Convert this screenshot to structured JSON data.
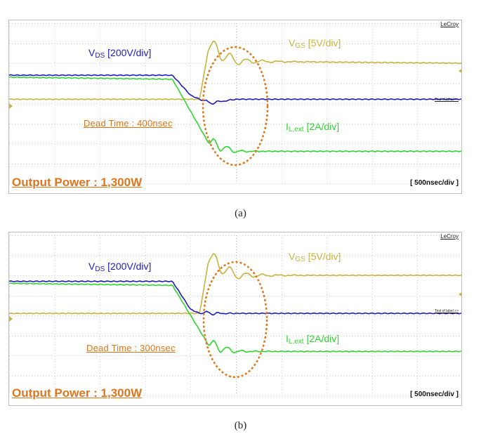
{
  "panels": [
    {
      "brand": "LeCroy",
      "trigger_label": "Text of label >>",
      "vds_label": {
        "main": "V",
        "sub": "DS",
        "suffix": " [200V/div]"
      },
      "vgs_label": {
        "main": "V",
        "sub": "GS",
        "suffix": " [5V/div]"
      },
      "ilext_label": {
        "main": "I",
        "sub": "L,ext",
        "suffix": " [2A/div]"
      },
      "dead_time": "Dead Time : 400nsec",
      "output_power": "Output Power : 1,300W",
      "time_scale": "[ 500nsec/div ]",
      "caption": "(a)"
    },
    {
      "brand": "LeCroy",
      "trigger_label": "Text of label >>",
      "vds_label": {
        "main": "V",
        "sub": "DS",
        "suffix": " [200V/div]"
      },
      "vgs_label": {
        "main": "V",
        "sub": "GS",
        "suffix": " [5V/div]"
      },
      "ilext_label": {
        "main": "I",
        "sub": "L,ext",
        "suffix": " [2A/div]"
      },
      "dead_time": "Dead Time : 300nsec",
      "output_power": "Output Power : 1,300W",
      "time_scale": "[ 500nsec/div ]",
      "caption": "(b)"
    }
  ],
  "colors": {
    "vds": "#1c1cbf",
    "vgs": "#c8b43a",
    "ilext": "#2fd62f",
    "annotation": "#e0761b",
    "grid": "#bfbfbf"
  },
  "chart_data": [
    {
      "type": "line",
      "x_unit": "nsec",
      "x_divisions": 10,
      "y_divisions": 8,
      "grid": true,
      "series": [
        {
          "name": "VDS",
          "scale": "200V/div",
          "x": [
            -2000,
            -200,
            0,
            200,
            500,
            3000
          ],
          "y": [
            5.4,
            5.4,
            4.4,
            4.0,
            4.2,
            4.2
          ]
        },
        {
          "name": "VGS",
          "scale": "5V/div",
          "x": [
            -2000,
            100,
            200,
            500,
            3000
          ],
          "y": [
            4.2,
            4.2,
            6.8,
            6.1,
            6.0
          ]
        },
        {
          "name": "IL,ext",
          "scale": "2A/div",
          "x": [
            -2000,
            -200,
            200,
            500,
            3000
          ],
          "y": [
            5.3,
            5.2,
            2.0,
            1.6,
            1.6
          ]
        }
      ]
    },
    {
      "type": "line",
      "x_unit": "nsec",
      "x_divisions": 10,
      "y_divisions": 8,
      "grid": true,
      "series": [
        {
          "name": "VDS",
          "scale": "200V/div",
          "x": [
            -2000,
            -200,
            0,
            100,
            3000
          ],
          "y": [
            5.7,
            5.7,
            4.3,
            4.1,
            4.1
          ]
        },
        {
          "name": "VGS",
          "scale": "5V/div",
          "x": [
            -2000,
            100,
            200,
            500,
            3000
          ],
          "y": [
            4.1,
            4.1,
            6.8,
            6.0,
            6.0
          ]
        },
        {
          "name": "IL,ext",
          "scale": "2A/div",
          "x": [
            -2000,
            -200,
            200,
            500,
            3000
          ],
          "y": [
            5.6,
            5.5,
            2.5,
            2.2,
            2.2
          ]
        }
      ]
    }
  ]
}
